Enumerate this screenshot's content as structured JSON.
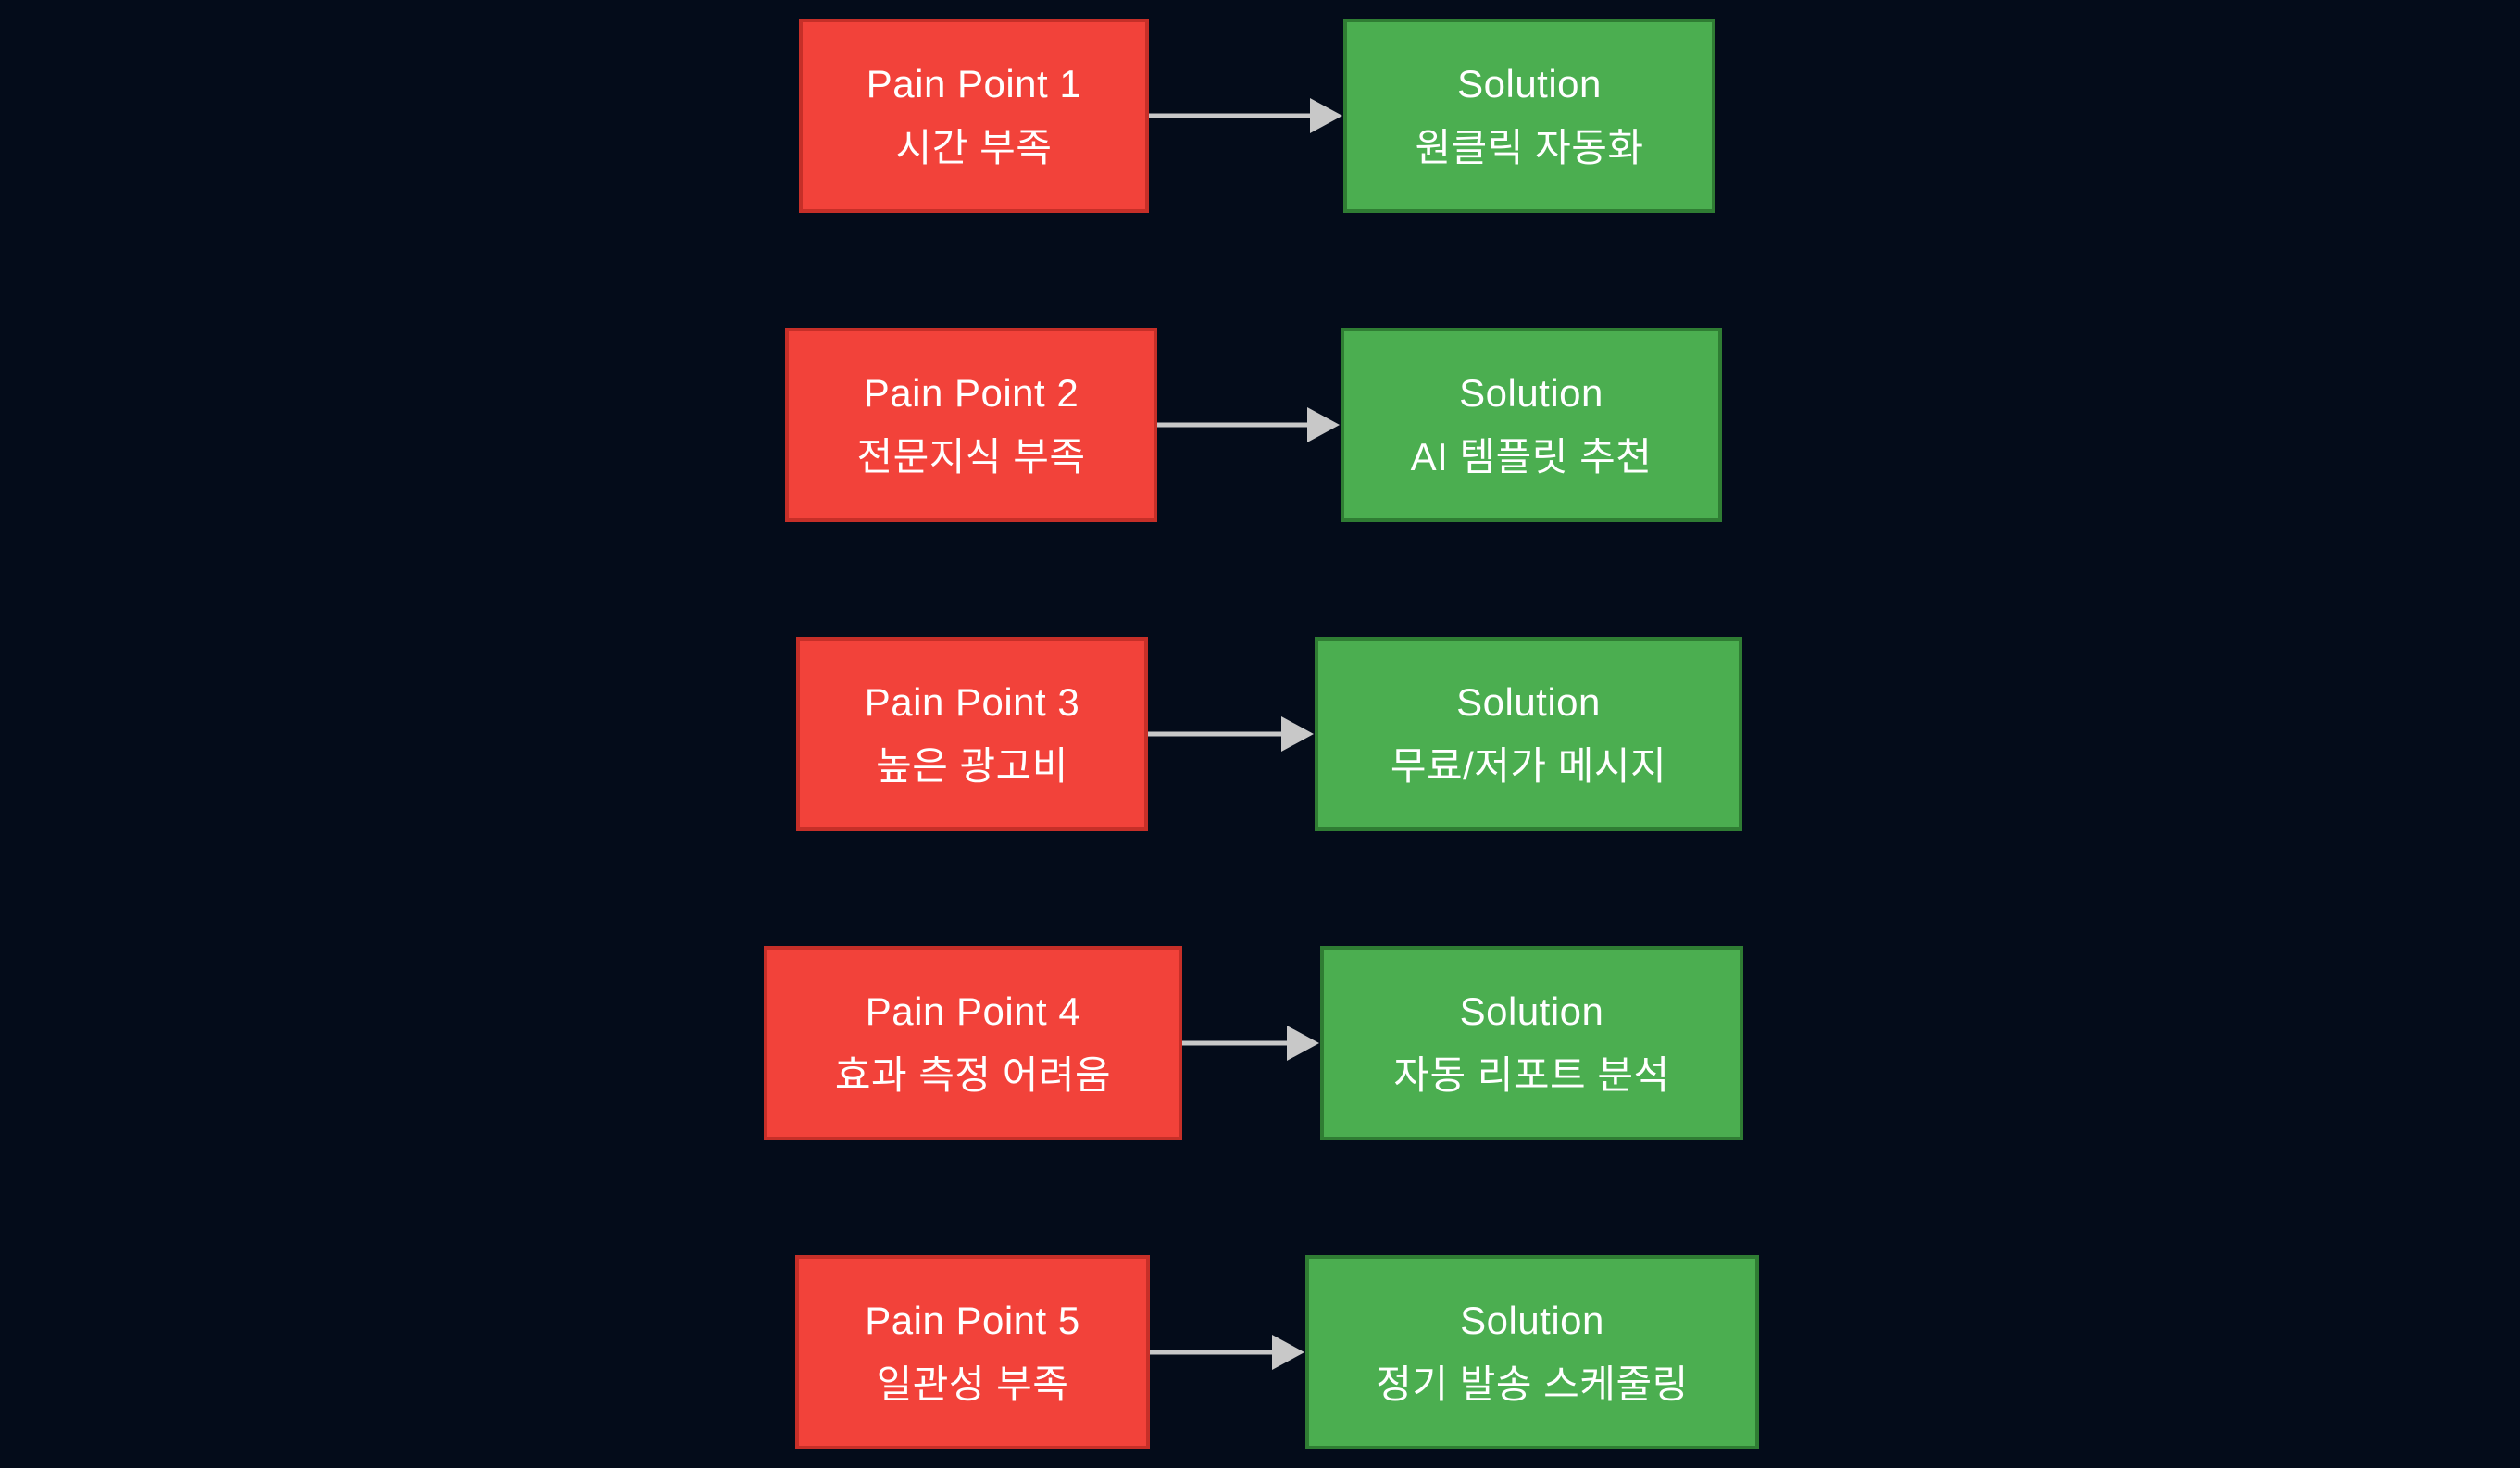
{
  "diagram": {
    "rows": [
      {
        "pain_title": "Pain Point 1",
        "pain_label": "시간 부족",
        "solution_title": "Solution",
        "solution_label": "원클릭 자동화"
      },
      {
        "pain_title": "Pain Point 2",
        "pain_label": "전문지식 부족",
        "solution_title": "Solution",
        "solution_label": "AI 템플릿 추천"
      },
      {
        "pain_title": "Pain Point 3",
        "pain_label": "높은 광고비",
        "solution_title": "Solution",
        "solution_label": "무료/저가 메시지"
      },
      {
        "pain_title": "Pain Point 4",
        "pain_label": "효과 측정 어려움",
        "solution_title": "Solution",
        "solution_label": "자동 리포트 분석"
      },
      {
        "pain_title": "Pain Point 5",
        "pain_label": "일관성 부족",
        "solution_title": "Solution",
        "solution_label": "정기 발송 스케줄링"
      }
    ],
    "colors": {
      "background": "#040c1a",
      "pain_fill": "#f2423a",
      "pain_border": "#c62f28",
      "solution_fill": "#4bae50",
      "solution_border": "#2f7d33",
      "arrow": "#c8c8c8",
      "text": "#ffffff"
    },
    "icons": {
      "connector": "arrow-right-icon"
    }
  }
}
